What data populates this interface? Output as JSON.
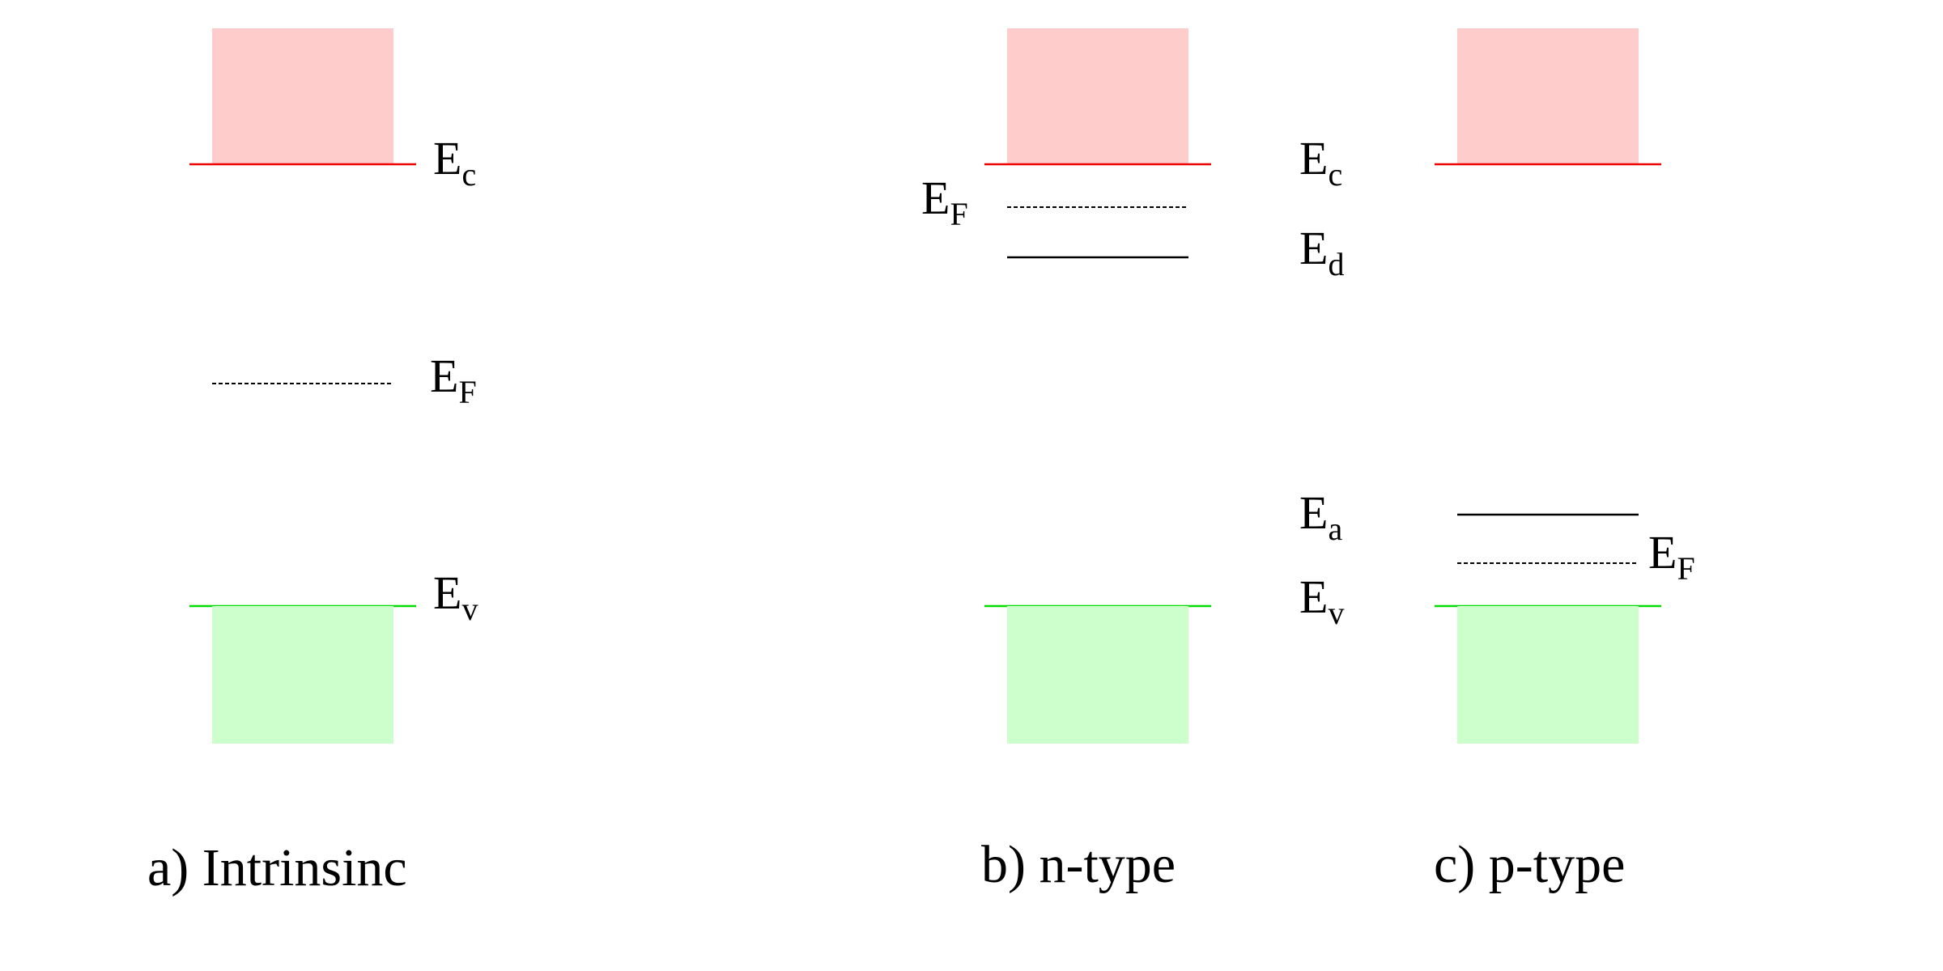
{
  "colors": {
    "conduction_band_fill": "#ffcccc",
    "conduction_band_edge": "#ee0000",
    "valence_band_fill": "#ccffcc",
    "valence_band_edge": "#00dd00",
    "level_line": "#000000"
  },
  "panels": {
    "intrinsic": {
      "caption": "a) Intrinsinc",
      "labels": {
        "ec": {
          "main": "E",
          "sub": "c"
        },
        "ef": {
          "main": "E",
          "sub": "F"
        },
        "ev": {
          "main": "E",
          "sub": "v"
        }
      }
    },
    "n_type": {
      "caption": "b) n-type",
      "labels": {
        "ef": {
          "main": "E",
          "sub": "F"
        },
        "ec": {
          "main": "E",
          "sub": "c"
        },
        "ed": {
          "main": "E",
          "sub": "d"
        },
        "ea": {
          "main": "E",
          "sub": "a"
        },
        "ev": {
          "main": "E",
          "sub": "v"
        }
      }
    },
    "p_type": {
      "caption": "c) p-type",
      "labels": {
        "ef": {
          "main": "E",
          "sub": "F"
        }
      }
    }
  }
}
